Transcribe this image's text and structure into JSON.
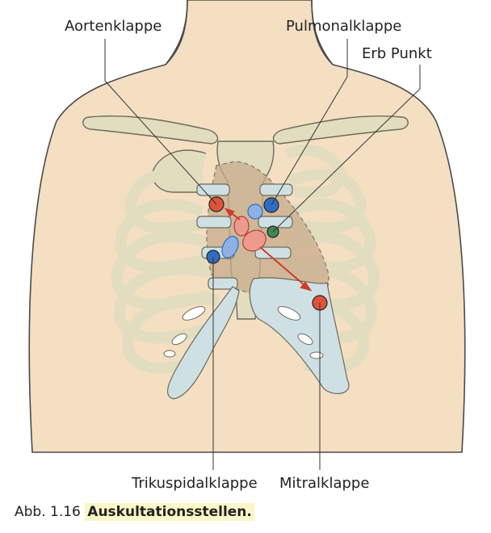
{
  "labels": {
    "aortic": "Aortenklappe",
    "pulmonary": "Pulmonalklappe",
    "erb": "Erb Punkt",
    "tricuspid": "Trikuspidalklappe",
    "mitral": "Mitralklappe"
  },
  "caption": {
    "number": "Abb. 1.16",
    "title": "Auskultationsstellen."
  },
  "colors": {
    "skin": "#f4dfc3",
    "bone": "#e2ddbf",
    "cartilage": "#cfe0e4",
    "heart": "#c7ab8a",
    "aortic_point": "#e0533a",
    "pulmonary_point": "#2f6cc4",
    "erb_point": "#3e8a55",
    "valve_red": "#ef9a8f",
    "valve_blue": "#8fb0e3",
    "caption_highlight": "#fdf6c8"
  }
}
